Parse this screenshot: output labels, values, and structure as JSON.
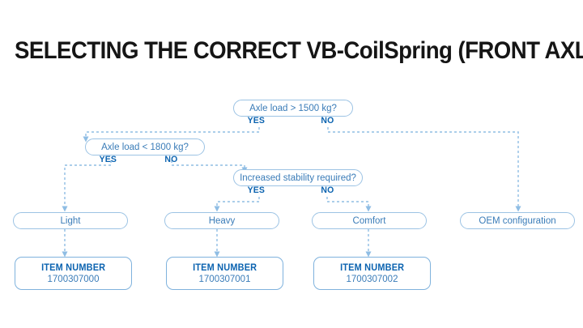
{
  "page": {
    "title": "SELECTING THE CORRECT VB-CoilSpring (FRONT AXLE)",
    "background_color": "#ffffff",
    "title_color": "#151515",
    "accent_color": "#0b63b0",
    "node_text_color": "#3a7cb8",
    "node_border_color": "#9cc3e4",
    "connector_color": "#8fbde4"
  },
  "flowchart": {
    "decisions": [
      {
        "id": "d1",
        "label": "Axle load > 1500 kg?",
        "yes_label": "YES",
        "no_label": "NO"
      },
      {
        "id": "d2",
        "label": "Axle load < 1800 kg?",
        "yes_label": "YES",
        "no_label": "NO"
      },
      {
        "id": "d3",
        "label": "Increased stability required?",
        "yes_label": "YES",
        "no_label": "NO"
      }
    ],
    "results": [
      {
        "id": "r1",
        "label": "Light"
      },
      {
        "id": "r2",
        "label": "Heavy"
      },
      {
        "id": "r3",
        "label": "Comfort"
      },
      {
        "id": "r4",
        "label": "OEM configuration"
      }
    ],
    "items": [
      {
        "id": "i1",
        "title": "ITEM NUMBER",
        "number": "1700307000"
      },
      {
        "id": "i2",
        "title": "ITEM NUMBER",
        "number": "1700307001"
      },
      {
        "id": "i3",
        "title": "ITEM NUMBER",
        "number": "1700307002"
      }
    ]
  }
}
